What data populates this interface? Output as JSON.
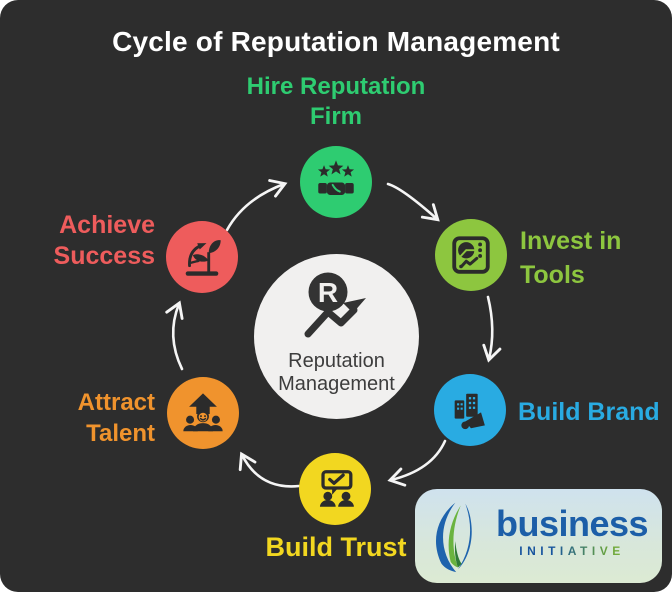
{
  "title": "Cycle of Reputation Management",
  "canvas": {
    "background": "#2d2d2d",
    "page_background": "#ffffff"
  },
  "center": {
    "icon_letter": "R",
    "icon_name": "reputation-trend-icon",
    "label": "Reputation\nManagement",
    "circle_color": "#f1f0ef",
    "text_color": "#3d3d3d",
    "icon_color": "#333333"
  },
  "steps": {
    "hire": {
      "label": "Hire Reputation\nFirm",
      "color": "#2ecc71",
      "icon": "stars-handshake-icon"
    },
    "invest": {
      "label": "Invest in\nTools",
      "color": "#8dc63f",
      "icon": "dashboard-charts-icon"
    },
    "brand": {
      "label": "Build Brand",
      "color": "#29abe2",
      "icon": "buildings-megaphone-icon"
    },
    "trust": {
      "label": "Build Trust",
      "color": "#f2d720",
      "icon": "chat-check-people-icon"
    },
    "talent": {
      "label": "Attract\nTalent",
      "color": "#f0932d",
      "icon": "people-up-arrow-icon"
    },
    "success": {
      "label": "Achieve\nSuccess",
      "color": "#ee5c5c",
      "icon": "growth-plant-arrow-icon"
    }
  },
  "arrows": {
    "color": "#f5f5f5"
  },
  "logo": {
    "brand": "business",
    "subtitle": "INITIATIVE",
    "brand_color": "#1c5ea8",
    "subtitle_gradient": "linear-gradient(90deg,#17549e 0%,#17549e 38%,#6aa53c 72%,#9bc53d 100%)",
    "leaf_blue": "#1e63ad",
    "leaf_green": "#6ab33f",
    "leaf_dark_green": "#2f7c36",
    "icon_name": "leaf-swoosh-icon"
  }
}
